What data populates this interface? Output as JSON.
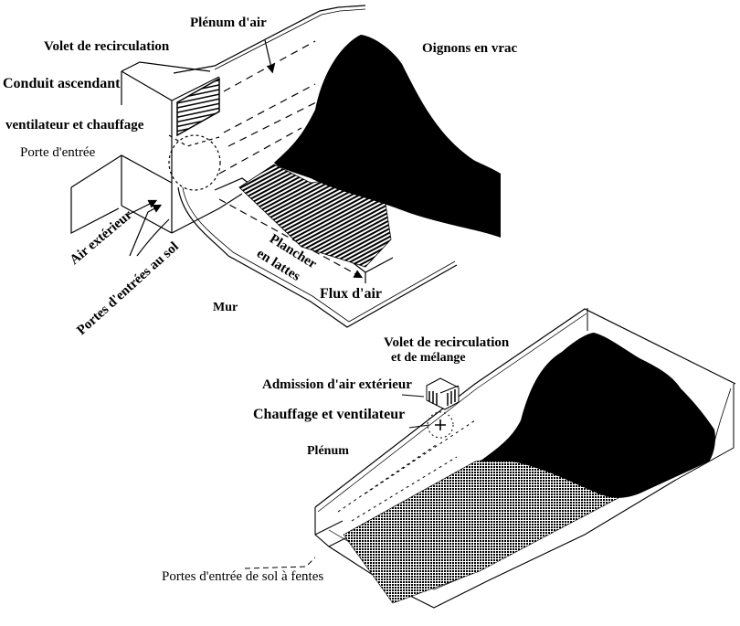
{
  "figure": {
    "subject": "Ventilation de stockage d'oignons en vrac",
    "colors": {
      "ink": "#000000",
      "paper": "#ffffff",
      "onion_pile": "#000000"
    }
  },
  "top_diagram": {
    "labels": {
      "plenum_air": "Plénum d'air",
      "recirculation_flap": "Volet de recirculation",
      "bulk_onions": "Oignons en vrac",
      "rising_duct": "Conduit ascendant",
      "fan_heating": "ventilateur et chauffage",
      "entry_door": "Porte d'entrée",
      "outside_air": "Air extérieur",
      "floor_inlet_doors": "Portes d'entrées au sol",
      "slatted_floor_line1": "Plancher",
      "slatted_floor_line2": "en lattes",
      "airflow": "Flux d'air",
      "wall": "Mur"
    }
  },
  "bottom_diagram": {
    "labels": {
      "mixing_flap_line1": "Volet de recirculation",
      "mixing_flap_line2": "et de mélange",
      "outside_air_intake": "Admission d'air extérieur",
      "heating_fan": "Chauffage et ventilateur",
      "plenum": "Plénum",
      "slotted_floor_inlets": "Portes d'entrée de sol à fentes"
    }
  }
}
